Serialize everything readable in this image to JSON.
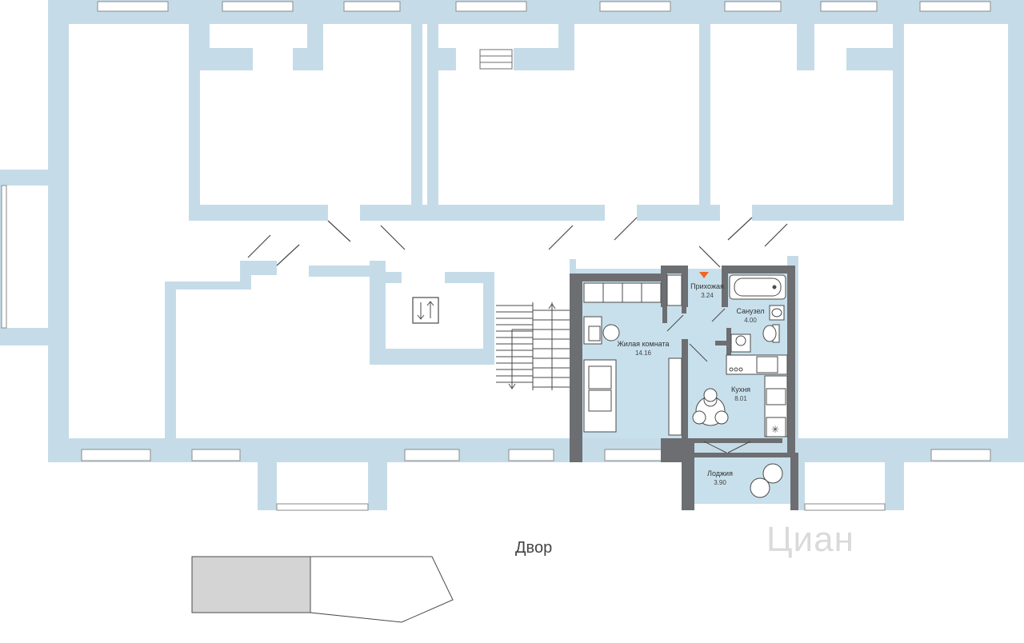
{
  "plan": {
    "rooms": [
      {
        "name": "Прихожая",
        "area": "3.24"
      },
      {
        "name": "Санузел",
        "area": "4.00"
      },
      {
        "name": "Жилая комната",
        "area": "14.16"
      },
      {
        "name": "Кухня",
        "area": "8.01"
      },
      {
        "name": "Лоджия",
        "area": "3.90"
      }
    ],
    "yard_label": "Двор",
    "watermark": "Циан",
    "colors": {
      "wall_light": "#c5dce8",
      "wall_dark": "#6d6e71",
      "apartment_fill": "#c8e0ec",
      "entrance_marker": "#f26522",
      "line": "#4a4a4a"
    }
  }
}
